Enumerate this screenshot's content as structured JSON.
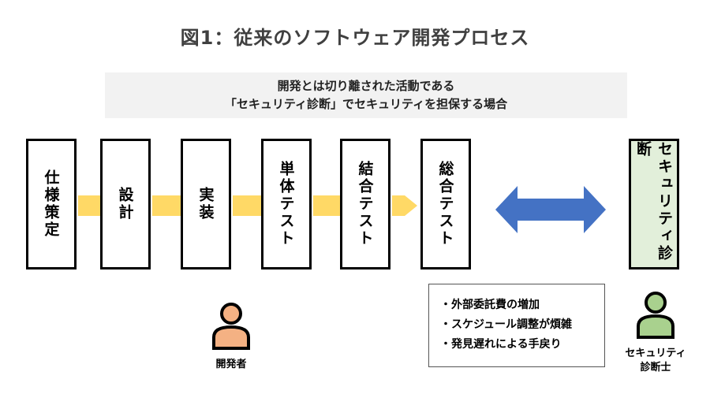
{
  "title": "図1：従来のソフトウェア開発プロセス",
  "subtitle": {
    "line1": "開発とは切り離された活動である",
    "line2": "「セキュリティ診断」でセキュリティを担保する場合"
  },
  "process_steps": [
    {
      "label": "仕様策定"
    },
    {
      "label": "設計"
    },
    {
      "label": "実装"
    },
    {
      "label": "単体テスト"
    },
    {
      "label": "結合テスト"
    },
    {
      "label": "総合テスト"
    }
  ],
  "security_step": {
    "label": "セキュリティ診断"
  },
  "issues": [
    "・外部委託費の増加",
    "・スケジュール調整が煩雑",
    "・発見遅れによる手戻り"
  ],
  "developer": {
    "label": "開発者",
    "color": "#f4b183"
  },
  "security_expert": {
    "label_line1": "セキュリティ",
    "label_line2": "診断士",
    "color": "#a9d18e"
  },
  "colors": {
    "connector": "#ffd966",
    "double_arrow": "#4472c4",
    "security_box_fill": "#e2efda",
    "subtitle_fill": "#f2f2f2"
  }
}
